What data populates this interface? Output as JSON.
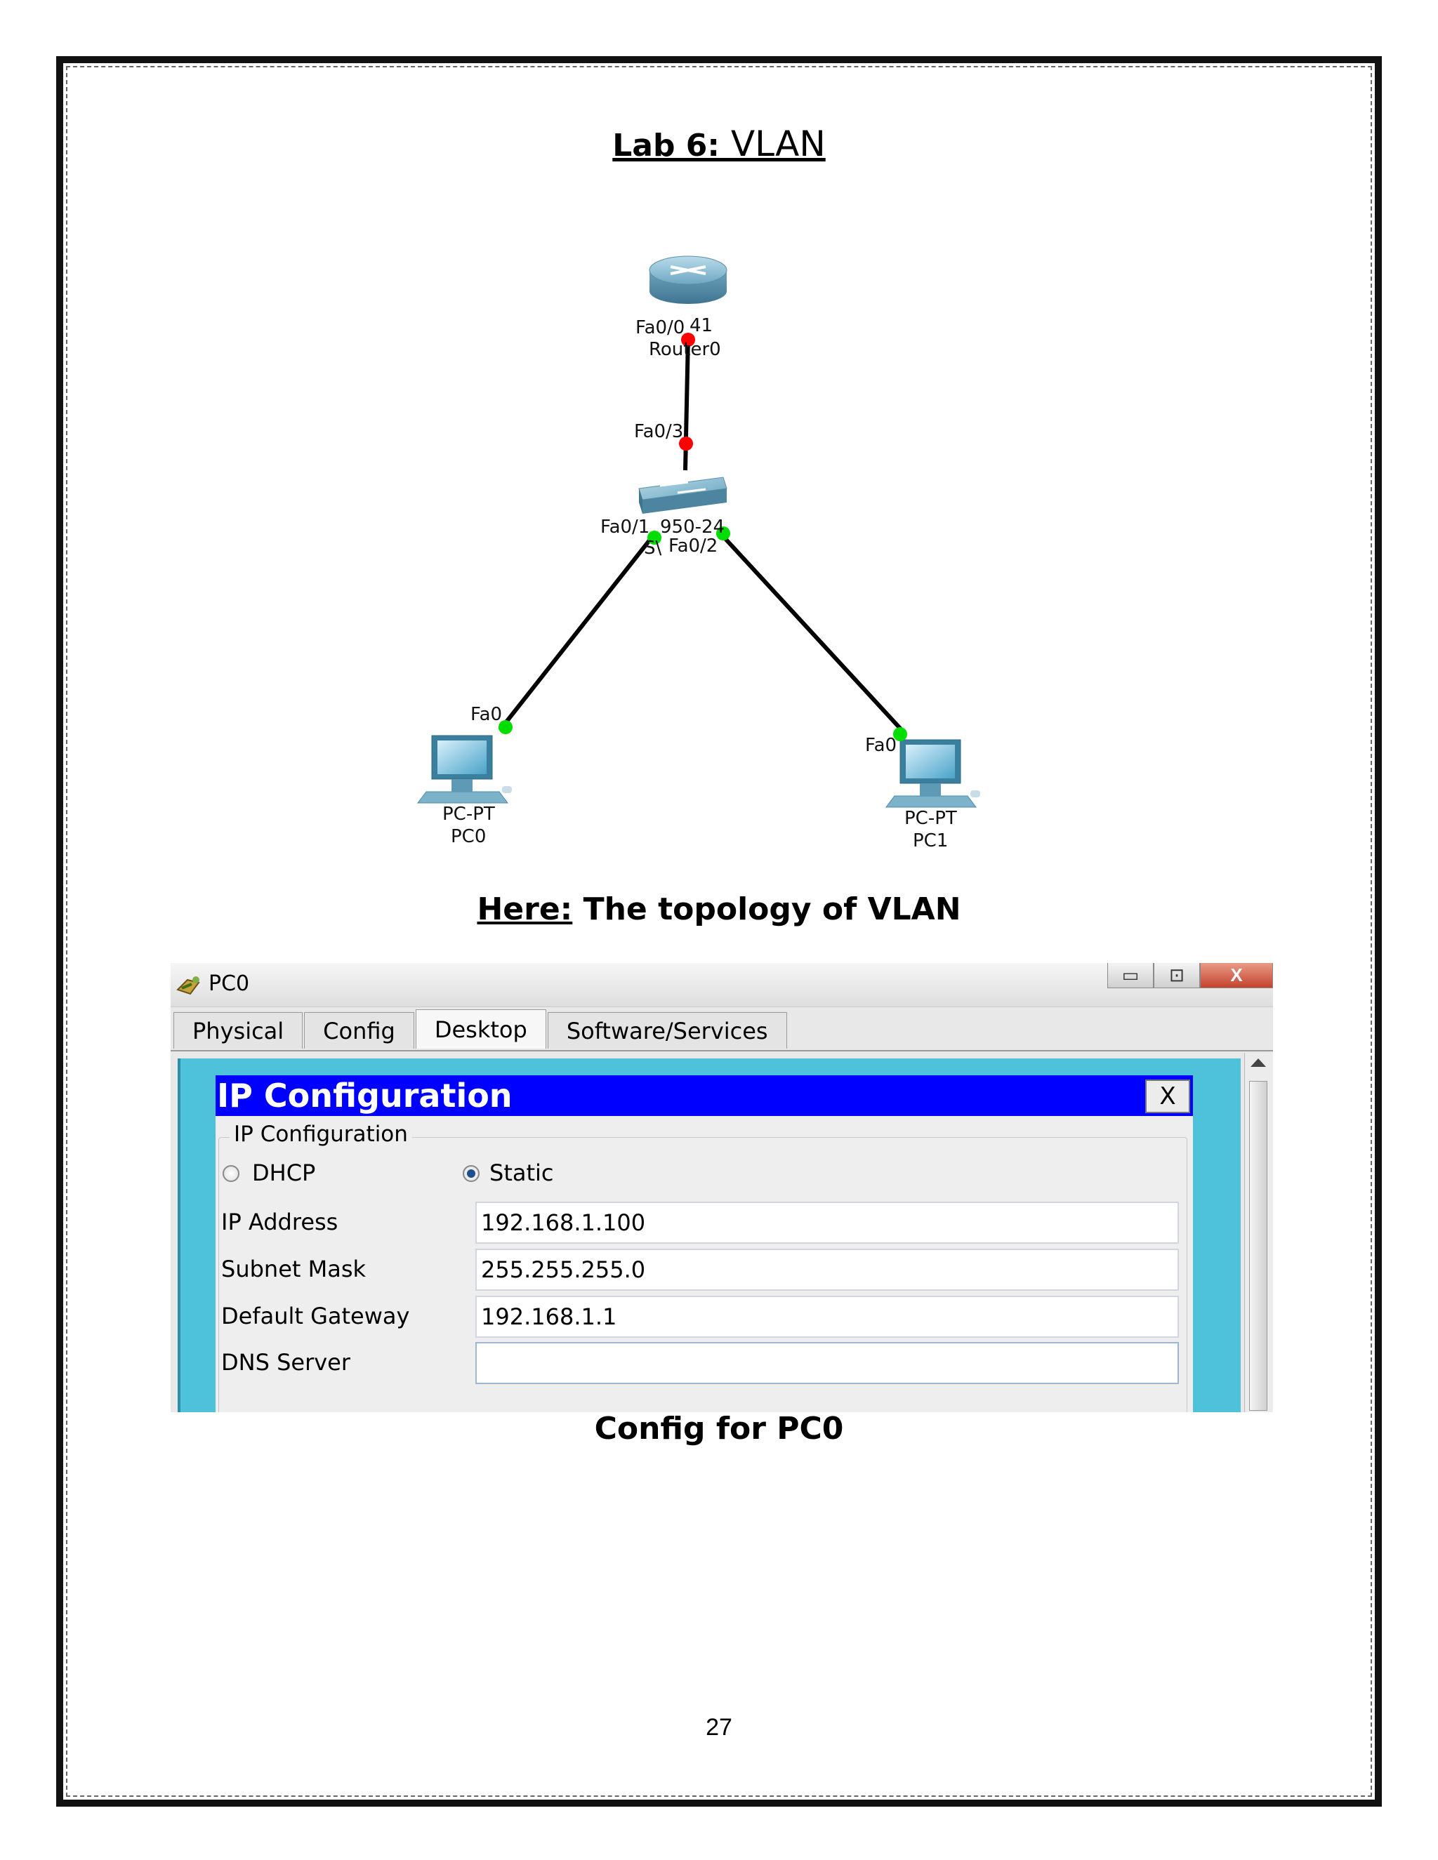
{
  "title": {
    "bold_part": "Lab 6:",
    "rest": " VLAN"
  },
  "topology": {
    "router": {
      "model": "Router0",
      "port_label": "Fa0/0",
      "model_overlap": "41"
    },
    "switch": {
      "port_up": "Fa0/3",
      "port_left": "Fa0/1",
      "port_right": "Fa0/2",
      "model_fragment": "950-24",
      "name_fragment": "S\\"
    },
    "pc0": {
      "port": "Fa0",
      "type": "PC-PT",
      "name": "PC0"
    },
    "pc1": {
      "port": "Fa0",
      "type": "PC-PT",
      "name": "PC1"
    },
    "link_colors": {
      "red": "#ff0000",
      "green": "#00dd00"
    }
  },
  "caption_topology": {
    "underlined": "Here:",
    "rest": " The topology of VLAN"
  },
  "window": {
    "title": "PC0",
    "buttons": {
      "minimize": "▭",
      "maximize": "⊡",
      "close": "X"
    },
    "tabs": [
      "Physical",
      "Config",
      "Desktop",
      "Software/Services"
    ],
    "active_tab": "Desktop"
  },
  "ip_config": {
    "header": "IP Configuration",
    "close_label": "X",
    "group_label": "IP Configuration",
    "dhcp_label": "DHCP",
    "static_label": "Static",
    "selected_mode": "Static",
    "fields": [
      {
        "label": "IP Address",
        "value": "192.168.1.100"
      },
      {
        "label": "Subnet Mask",
        "value": "255.255.255.0"
      },
      {
        "label": "Default Gateway",
        "value": "192.168.1.1"
      },
      {
        "label": "DNS Server",
        "value": ""
      }
    ],
    "header_color": "#0000ff"
  },
  "caption_config": "Config for PC0",
  "page_number": "27"
}
